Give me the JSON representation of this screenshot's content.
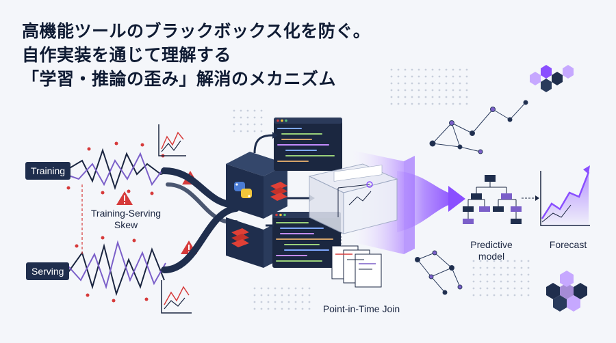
{
  "title": {
    "line1": "高機能ツールのブラックボックス化を防ぐ。",
    "line2": "自作実装を通じて理解する",
    "line3": "「学習・推論の歪み」解消のメカニズム"
  },
  "labels": {
    "training": "Training",
    "serving": "Serving",
    "skew_line1": "Training-Serving",
    "skew_line2": "Skew",
    "pit_join": "Point-in-Time Join",
    "model_line1": "Predictive",
    "model_line2": "model",
    "forecast": "Forecast"
  },
  "icons": [
    "warning-icon",
    "python-logo-icon",
    "redis-logo-icon",
    "decision-tree-icon",
    "forecast-chart-icon",
    "hexagon-cluster-icon",
    "network-graph-icon"
  ],
  "colors": {
    "navy": "#1f2e4d",
    "purple": "#8a4fff",
    "red": "#d63a3a",
    "light_purple": "#c6a8ff"
  }
}
